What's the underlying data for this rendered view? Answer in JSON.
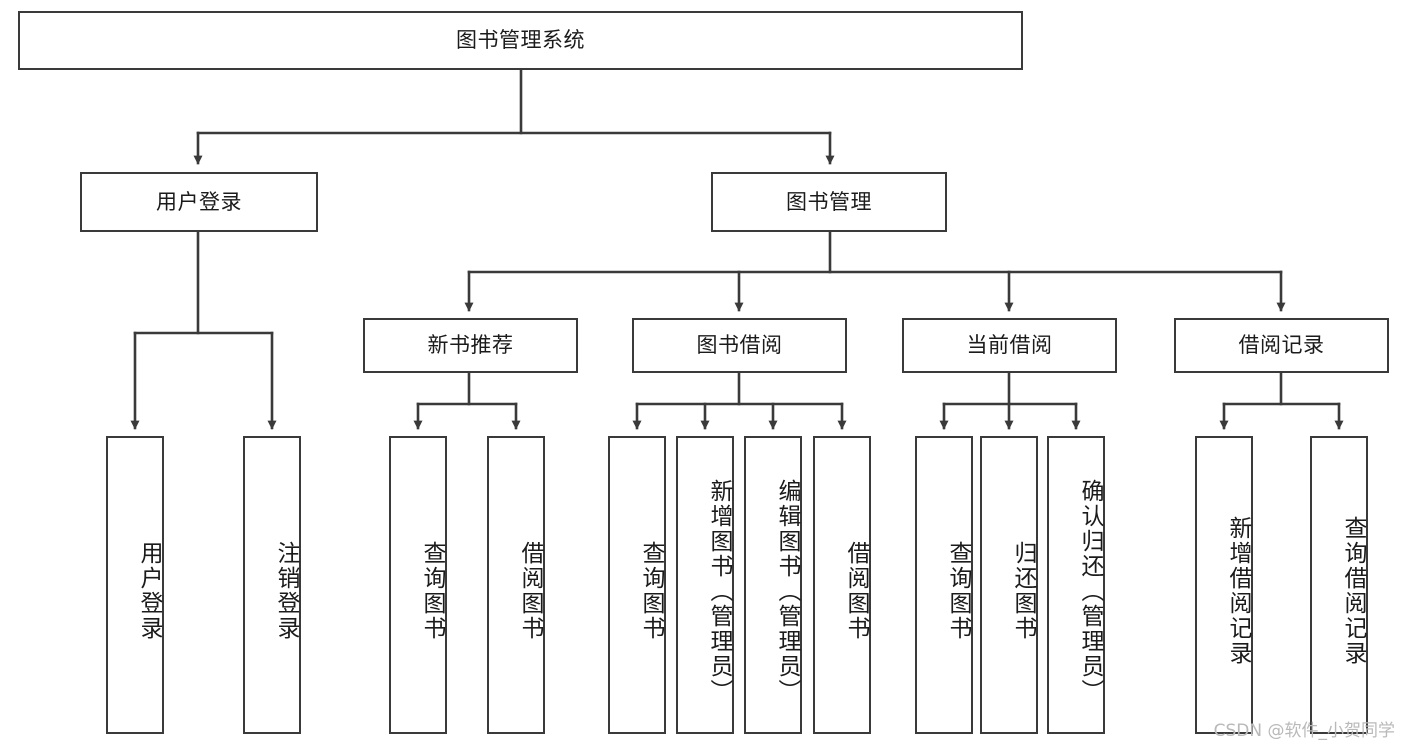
{
  "diagram": {
    "title": "图书管理系统",
    "root": {
      "id": "root",
      "label": "图书管理系统"
    },
    "level2": [
      {
        "id": "user-login",
        "label": "用户登录"
      },
      {
        "id": "book-manage",
        "label": "图书管理"
      }
    ],
    "level3": [
      {
        "id": "new-book-recommend",
        "label": "新书推荐",
        "parent": "book-manage"
      },
      {
        "id": "book-borrow",
        "label": "图书借阅",
        "parent": "book-manage"
      },
      {
        "id": "current-borrow",
        "label": "当前借阅",
        "parent": "book-manage"
      },
      {
        "id": "borrow-record",
        "label": "借阅记录",
        "parent": "book-manage"
      }
    ],
    "leaves": [
      {
        "id": "leaf-user-login",
        "label": "用户登录",
        "parent": "user-login"
      },
      {
        "id": "leaf-logout-login",
        "label": "注销登录",
        "parent": "user-login"
      },
      {
        "id": "leaf-query-book-1",
        "label": "查询图书",
        "parent": "new-book-recommend"
      },
      {
        "id": "leaf-borrow-book-1",
        "label": "借阅图书",
        "parent": "new-book-recommend"
      },
      {
        "id": "leaf-query-book-2",
        "label": "查询图书",
        "parent": "book-borrow"
      },
      {
        "id": "leaf-add-book",
        "label": "新增图书（管理员）",
        "parent": "book-borrow"
      },
      {
        "id": "leaf-edit-book",
        "label": "编辑图书（管理员）",
        "parent": "book-borrow"
      },
      {
        "id": "leaf-borrow-book-2",
        "label": "借阅图书",
        "parent": "book-borrow"
      },
      {
        "id": "leaf-query-book-3",
        "label": "查询图书",
        "parent": "current-borrow"
      },
      {
        "id": "leaf-return-book",
        "label": "归还图书",
        "parent": "current-borrow"
      },
      {
        "id": "leaf-confirm-return",
        "label": "确认归还（管理员）",
        "parent": "current-borrow"
      },
      {
        "id": "leaf-add-record",
        "label": "新增借阅记录",
        "parent": "borrow-record"
      },
      {
        "id": "leaf-query-record",
        "label": "查询借阅记录",
        "parent": "borrow-record"
      }
    ],
    "watermark": "CSDN @软件_小贺同学",
    "colors": {
      "stroke": "#3a3a3a",
      "box_fill": "#ffffff",
      "text": "#1b1b1b",
      "watermark": "#b9b9b9",
      "background": "#ffffff"
    }
  }
}
